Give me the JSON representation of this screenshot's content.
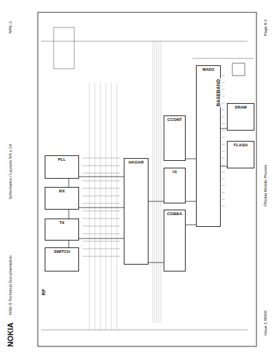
{
  "diagram": {
    "nodes": [
      {
        "text": [
          "SWITCH"
        ]
      },
      {
        "text": [
          "TX"
        ]
      },
      {
        "text": [
          "RX"
        ]
      },
      {
        "text": [
          "PLL"
        ]
      },
      {
        "text": [
          "HAGAR"
        ]
      },
      {
        "text": [
          "CCONT"
        ]
      },
      {
        "text": [
          "UI"
        ]
      },
      {
        "text": [
          "COBBA"
        ]
      },
      {
        "text": [
          "MAD2"
        ]
      },
      {
        "text": [
          "SRAM"
        ]
      },
      {
        "text": [
          "FLASH"
        ]
      }
    ],
    "edges": [
      {
        "from": 0,
        "to": 1,
        "arrow": "none"
      },
      {
        "from": 1,
        "to": 2,
        "arrow": "none"
      },
      {
        "from": 2,
        "to": 3,
        "arrow": "none"
      },
      {
        "from": 1,
        "to": 4,
        "arrow": "none"
      },
      {
        "from": 2,
        "to": 4,
        "arrow": "none"
      },
      {
        "from": 3,
        "to": 4,
        "arrow": "none"
      },
      {
        "from": 4,
        "to": 6,
        "arrow": "none"
      },
      {
        "from": 4,
        "to": 7,
        "arrow": "none"
      },
      {
        "from": 5,
        "to": 8,
        "arrow": "none"
      },
      {
        "from": 6,
        "to": 8,
        "arrow": "none"
      },
      {
        "from": 7,
        "to": 8,
        "arrow": "none"
      },
      {
        "from": 8,
        "to": 9,
        "arrow": "none"
      },
      {
        "from": 8,
        "to": 10,
        "arrow": "none"
      }
    ],
    "labels": [
      "RF",
      "BASEBAND",
      "NOKIA",
      "NSE-5 Technical Documentation",
      "Schematics / Layouts 5/6 x 19",
      "NPE-3",
      "Issue 1 08/00",
      "©Nokia Mobile Phones",
      "Page 8-1"
    ]
  }
}
